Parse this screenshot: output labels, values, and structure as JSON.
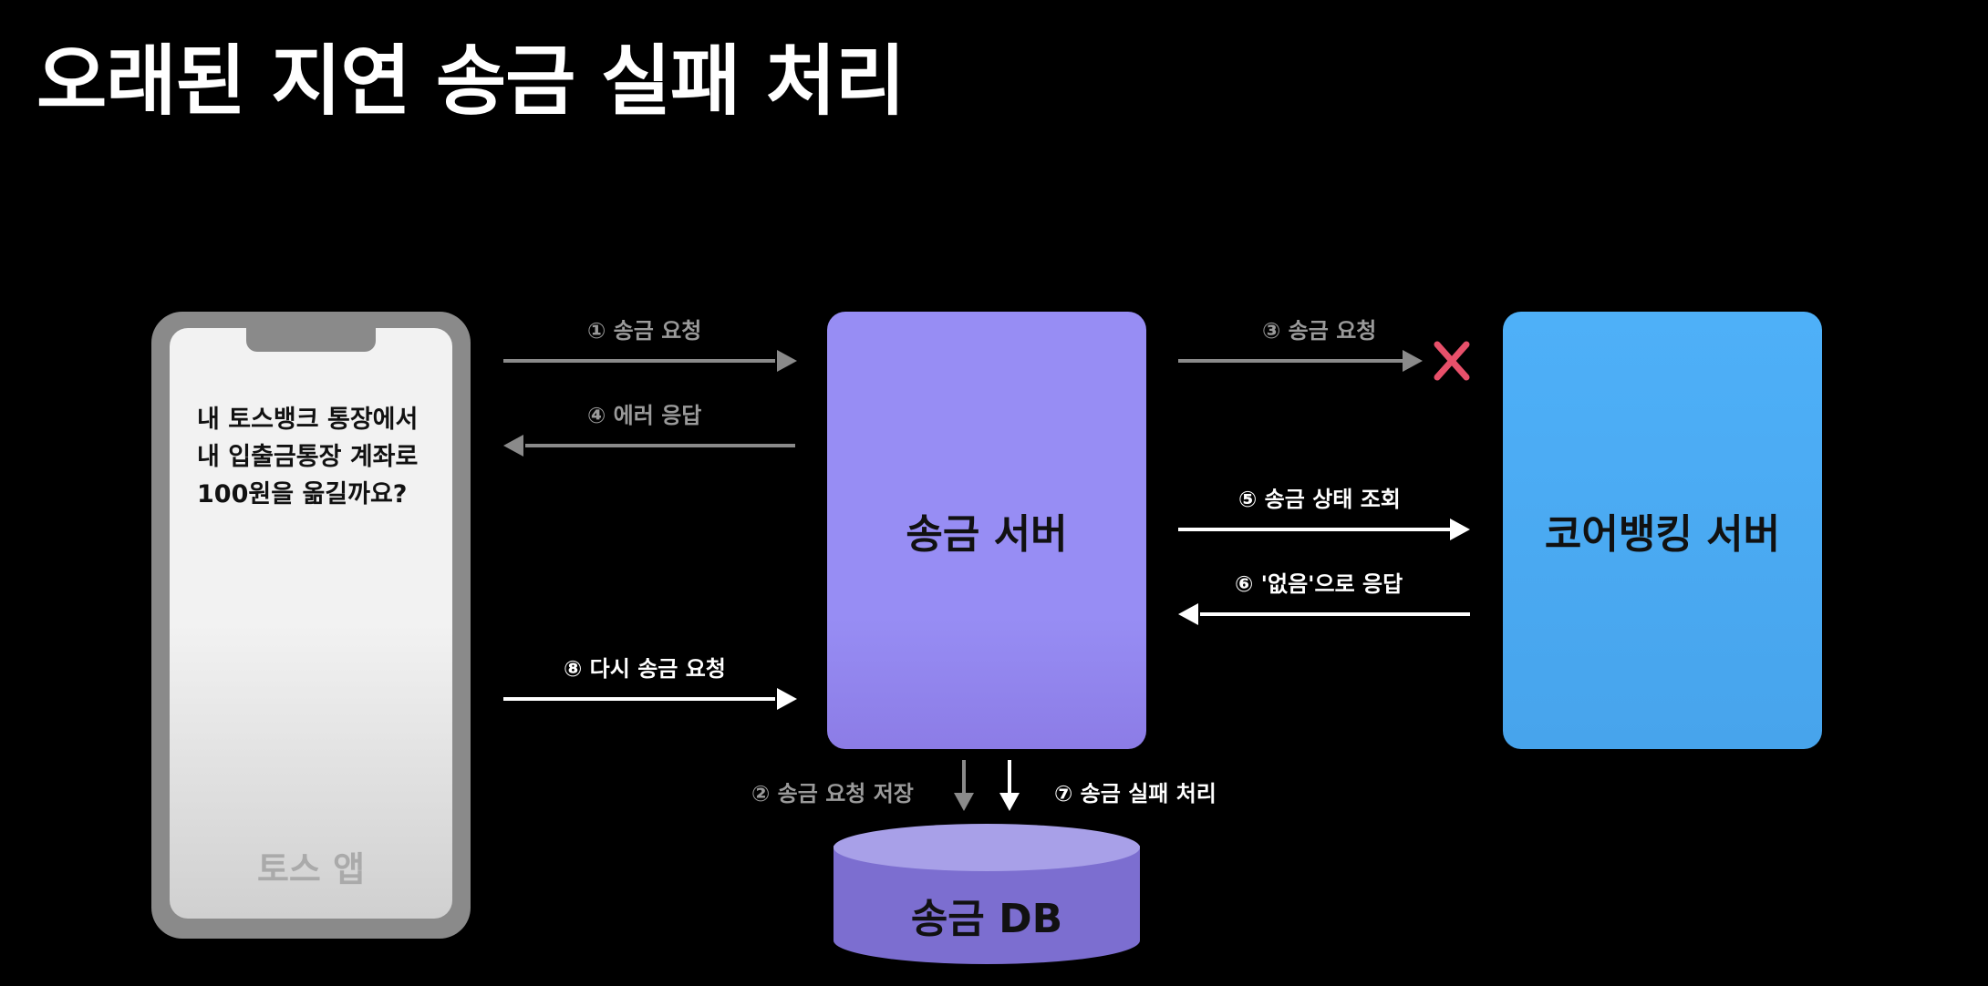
{
  "title": "오래된 지연 송금 실패 처리",
  "phone": {
    "message_lines": [
      "내 토스뱅크 통장에서",
      "내 입출금통장 계좌로",
      "100원을 옮길까요?"
    ],
    "app_label": "토스 앱"
  },
  "transfer_server": {
    "label": "송금 서버"
  },
  "core_server": {
    "label": "코어뱅킹 서버"
  },
  "db": {
    "label": "송금 DB"
  },
  "steps": {
    "s1": "① 송금 요청",
    "s2": "② 송금 요청 저장",
    "s3": "③ 송금 요청",
    "s4": "④ 에러 응답",
    "s5": "⑤ 송금 상태 조회",
    "s6": "⑥ '없음'으로 응답",
    "s7": "⑦ 송금 실패 처리",
    "s8": "⑧ 다시 송금 요청"
  },
  "colors": {
    "background": "#000000",
    "gray_arrow": "#8a8a8a",
    "white_arrow": "#ffffff",
    "fail_mark": "#e8506a",
    "transfer_server": "#978df4",
    "core_server": "#4eb0f8",
    "db": "#7c6ed0"
  },
  "icons": {
    "fail": "x-mark-icon"
  }
}
